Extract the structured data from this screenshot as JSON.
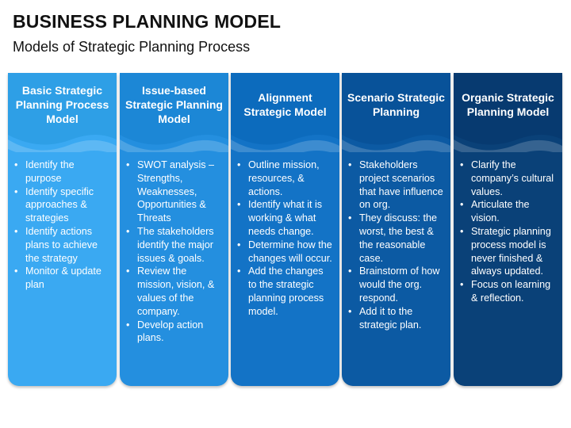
{
  "header": {
    "title": "BUSINESS PLANNING MODEL",
    "subtitle": "Models of Strategic Planning Process"
  },
  "columns": [
    {
      "title": "Basic Strategic Planning Process Model",
      "head_color": "#2e9fe6",
      "body_color": "#3aa9f2",
      "items": [
        "Identify the purpose",
        "Identify specific approaches & strategies",
        "Identify actions plans to achieve the strategy",
        "Monitor & update plan"
      ]
    },
    {
      "title": "Issue-based Strategic Planning Model",
      "head_color": "#1c87d6",
      "body_color": "#248fdf",
      "items": [
        "SWOT analysis – Strengths, Weaknesses, Opportunities & Threats",
        "The stakeholders identify the major issues & goals.",
        "Review the mission, vision, & values of the company.",
        "Develop action plans."
      ]
    },
    {
      "title": "Alignment Strategic Model",
      "head_color": "#0c6bbd",
      "body_color": "#1373c6",
      "items": [
        "Outline mission, resources, & actions.",
        "Identify what it is working & what needs change.",
        "Determine how the changes will occur.",
        "Add the changes to the strategic planning process model."
      ]
    },
    {
      "title": "Scenario Strategic Planning",
      "head_color": "#085299",
      "body_color": "#0c5aa3",
      "items": [
        "Stakeholders project scenarios that have influence on org.",
        "They discuss: the worst, the best & the reasonable case.",
        "Brainstorm of how would the org. respond.",
        "Add it to the strategic plan."
      ]
    },
    {
      "title": "Organic Strategic Planning Model",
      "head_color": "#073a70",
      "body_color": "#0a4178",
      "items": [
        "Clarify the company’s cultural values.",
        "Articulate the vision.",
        "Strategic planning process model is never finished & always updated.",
        "Focus on learning & reflection."
      ]
    }
  ]
}
